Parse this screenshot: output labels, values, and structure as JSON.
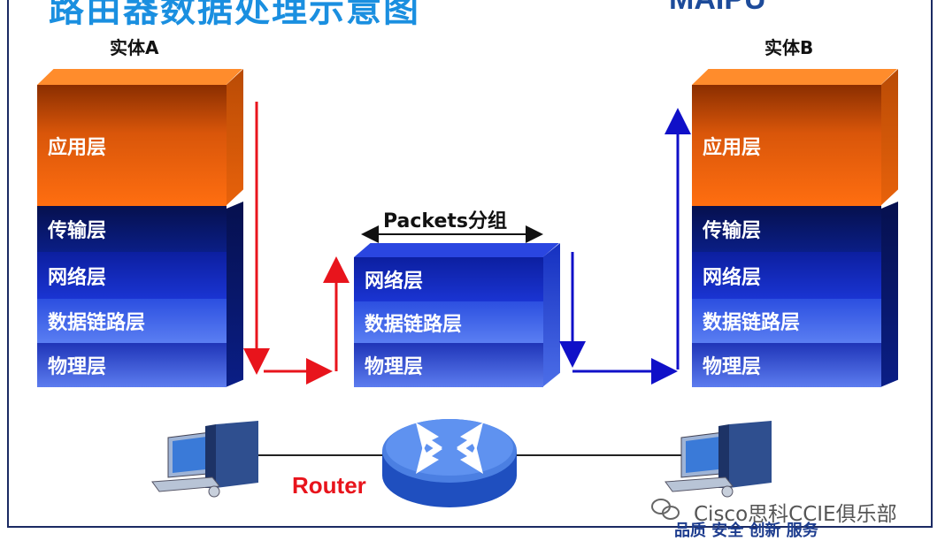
{
  "title": "路由器数据处理示意图",
  "logo": "MAIPU",
  "entity_a": {
    "label": "实体A",
    "layers": [
      "应用层",
      "传输层",
      "网络层",
      "数据链路层",
      "物理层"
    ]
  },
  "entity_b": {
    "label": "实体B",
    "layers": [
      "应用层",
      "传输层",
      "网络层",
      "数据链路层",
      "物理层"
    ]
  },
  "router_stack": {
    "layers": [
      "网络层",
      "数据链路层",
      "物理层"
    ]
  },
  "packets_label": "Packets分组",
  "router_label": "Router",
  "watermark": "Cisco思科CCIE俱乐部",
  "slogan": "品质  安全  创新  服务",
  "colors": {
    "title": "#1a8fe0",
    "application_layer": "#ff6e10",
    "transport_layer": "#0a1e86",
    "network_layer": "#1a34d2",
    "datalink_layer": "#5a7ef2",
    "physical_layer": "#5c7cef",
    "arrow_down_a": "#e8141c",
    "arrow_b": "#1010c8",
    "router_label": "#e8141c"
  },
  "icons": [
    "computer-icon",
    "router-icon",
    "computer-icon",
    "wechat-icon"
  ]
}
